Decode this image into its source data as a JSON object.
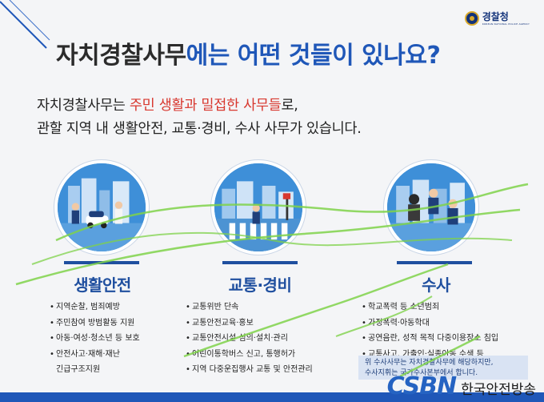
{
  "logo": {
    "name": "경찰청",
    "english": "KOREAN NATIONAL POLICE AGENCY"
  },
  "title": {
    "part1": "자치경찰사무",
    "part2": "에는 어떤 것들이 있나요?"
  },
  "intro": {
    "line1_a": "자치경찰사무는 ",
    "line1_b": "주민 생활과 밀접한 사무들",
    "line1_c": "로,",
    "line2": "관할 지역 내 생활안전, 교통·경비, 수사 사무가 있습니다."
  },
  "columns": [
    {
      "title": "생활안전",
      "illustration": "police-community-scene",
      "items": [
        "지역순찰, 범죄예방",
        "주민참여 방범활동 지원",
        "아동·여성·청소년 등 보호",
        "안전사고·재해·재난"
      ],
      "continuation": "긴급구조지원"
    },
    {
      "title": "교통·경비",
      "illustration": "crosswalk-traffic-scene",
      "items": [
        "교통위반 단속",
        "교통안전교육·홍보",
        "교통안전시설 심의·설치·관리",
        "어린이통학버스 신고, 통행허가",
        "지역 다중운집행사 교통 및 안전관리"
      ]
    },
    {
      "title": "수사",
      "illustration": "police-chase-scene",
      "items": [
        "학교폭력 등 소년범죄",
        "가정폭력·아동학대",
        "공연음란, 성적 목적 다중이용장소 침입",
        "교통사고, 가출인·실종아동 수색 등"
      ]
    }
  ],
  "note": {
    "line1": "위 수사사무는 자치경찰사무에 해당하지만,",
    "line2": "수사지휘는 국가수사본부에서 합니다."
  },
  "watermark": {
    "logo": "CSBN",
    "text": "한국안전방송"
  },
  "colors": {
    "accent_blue": "#1f57b8",
    "highlight_red": "#d8382f",
    "title_dark": "#2b2b2b",
    "scribble_green": "#7fd24a"
  }
}
